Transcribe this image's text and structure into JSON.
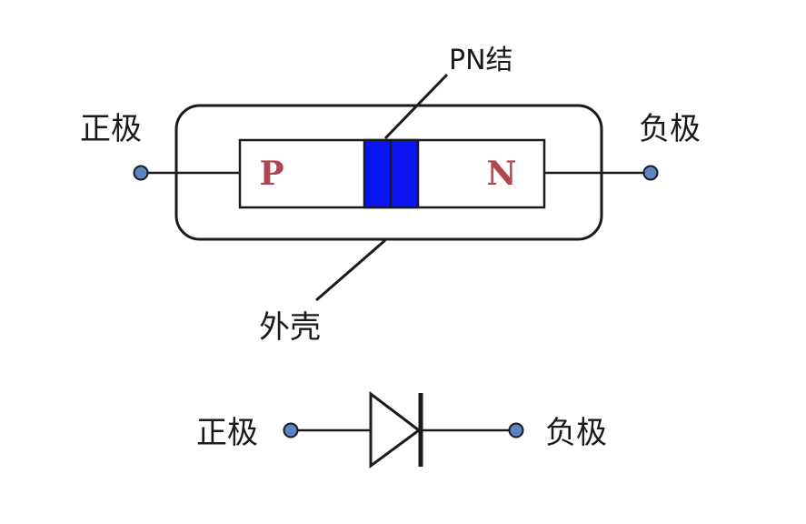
{
  "diagram": {
    "labels": {
      "pn_junction": "PN结",
      "anode": "正极",
      "cathode": "负极",
      "casing": "外壳",
      "p_region": "P",
      "n_region": "N"
    },
    "symbol": {
      "anode": "正极",
      "cathode": "负极"
    },
    "colors": {
      "junction": "#0a14f0",
      "region_letter": "#b0474f",
      "terminal_fill": "#5b86c6",
      "stroke": "#1a1a1a"
    }
  }
}
